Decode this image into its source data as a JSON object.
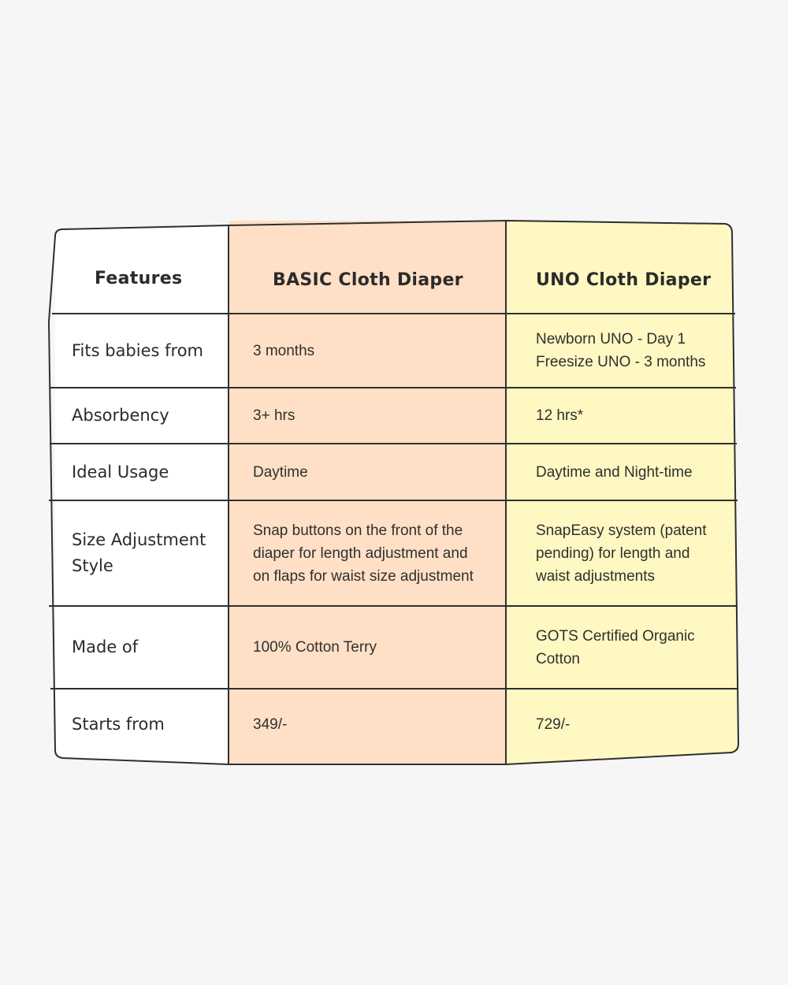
{
  "colors": {
    "background": "#f6f6f6",
    "features_column": "#ffffff",
    "basic_column": "#ffe0c6",
    "uno_column": "#fff8c2",
    "border": "#2f2f2f"
  },
  "header": {
    "features": "Features",
    "basic": "BASIC Cloth Diaper",
    "uno": "UNO Cloth Diaper"
  },
  "rows": [
    {
      "feature": [
        "Fits babies from"
      ],
      "basic": [
        "3 months"
      ],
      "uno": [
        "Newborn UNO - Day 1",
        "Freesize UNO - 3 months"
      ]
    },
    {
      "feature": [
        "Absorbency"
      ],
      "basic": [
        "3+ hrs"
      ],
      "uno": [
        "12 hrs*"
      ]
    },
    {
      "feature": [
        "Ideal Usage"
      ],
      "basic": [
        "Daytime"
      ],
      "uno": [
        "Daytime and Night-time"
      ]
    },
    {
      "feature": [
        "Size Adjustment",
        "Style"
      ],
      "basic": [
        "Snap buttons on the front of the",
        "diaper for length adjustment and",
        "on flaps for waist size adjustment"
      ],
      "uno": [
        "SnapEasy system (patent",
        "pending) for length and",
        "waist adjustments"
      ]
    },
    {
      "feature": [
        "Made of"
      ],
      "basic": [
        "100% Cotton Terry"
      ],
      "uno": [
        "GOTS Certified Organic",
        "Cotton"
      ]
    },
    {
      "feature": [
        "Starts from"
      ],
      "basic": [
        "349/-"
      ],
      "uno": [
        "729/-"
      ]
    }
  ]
}
